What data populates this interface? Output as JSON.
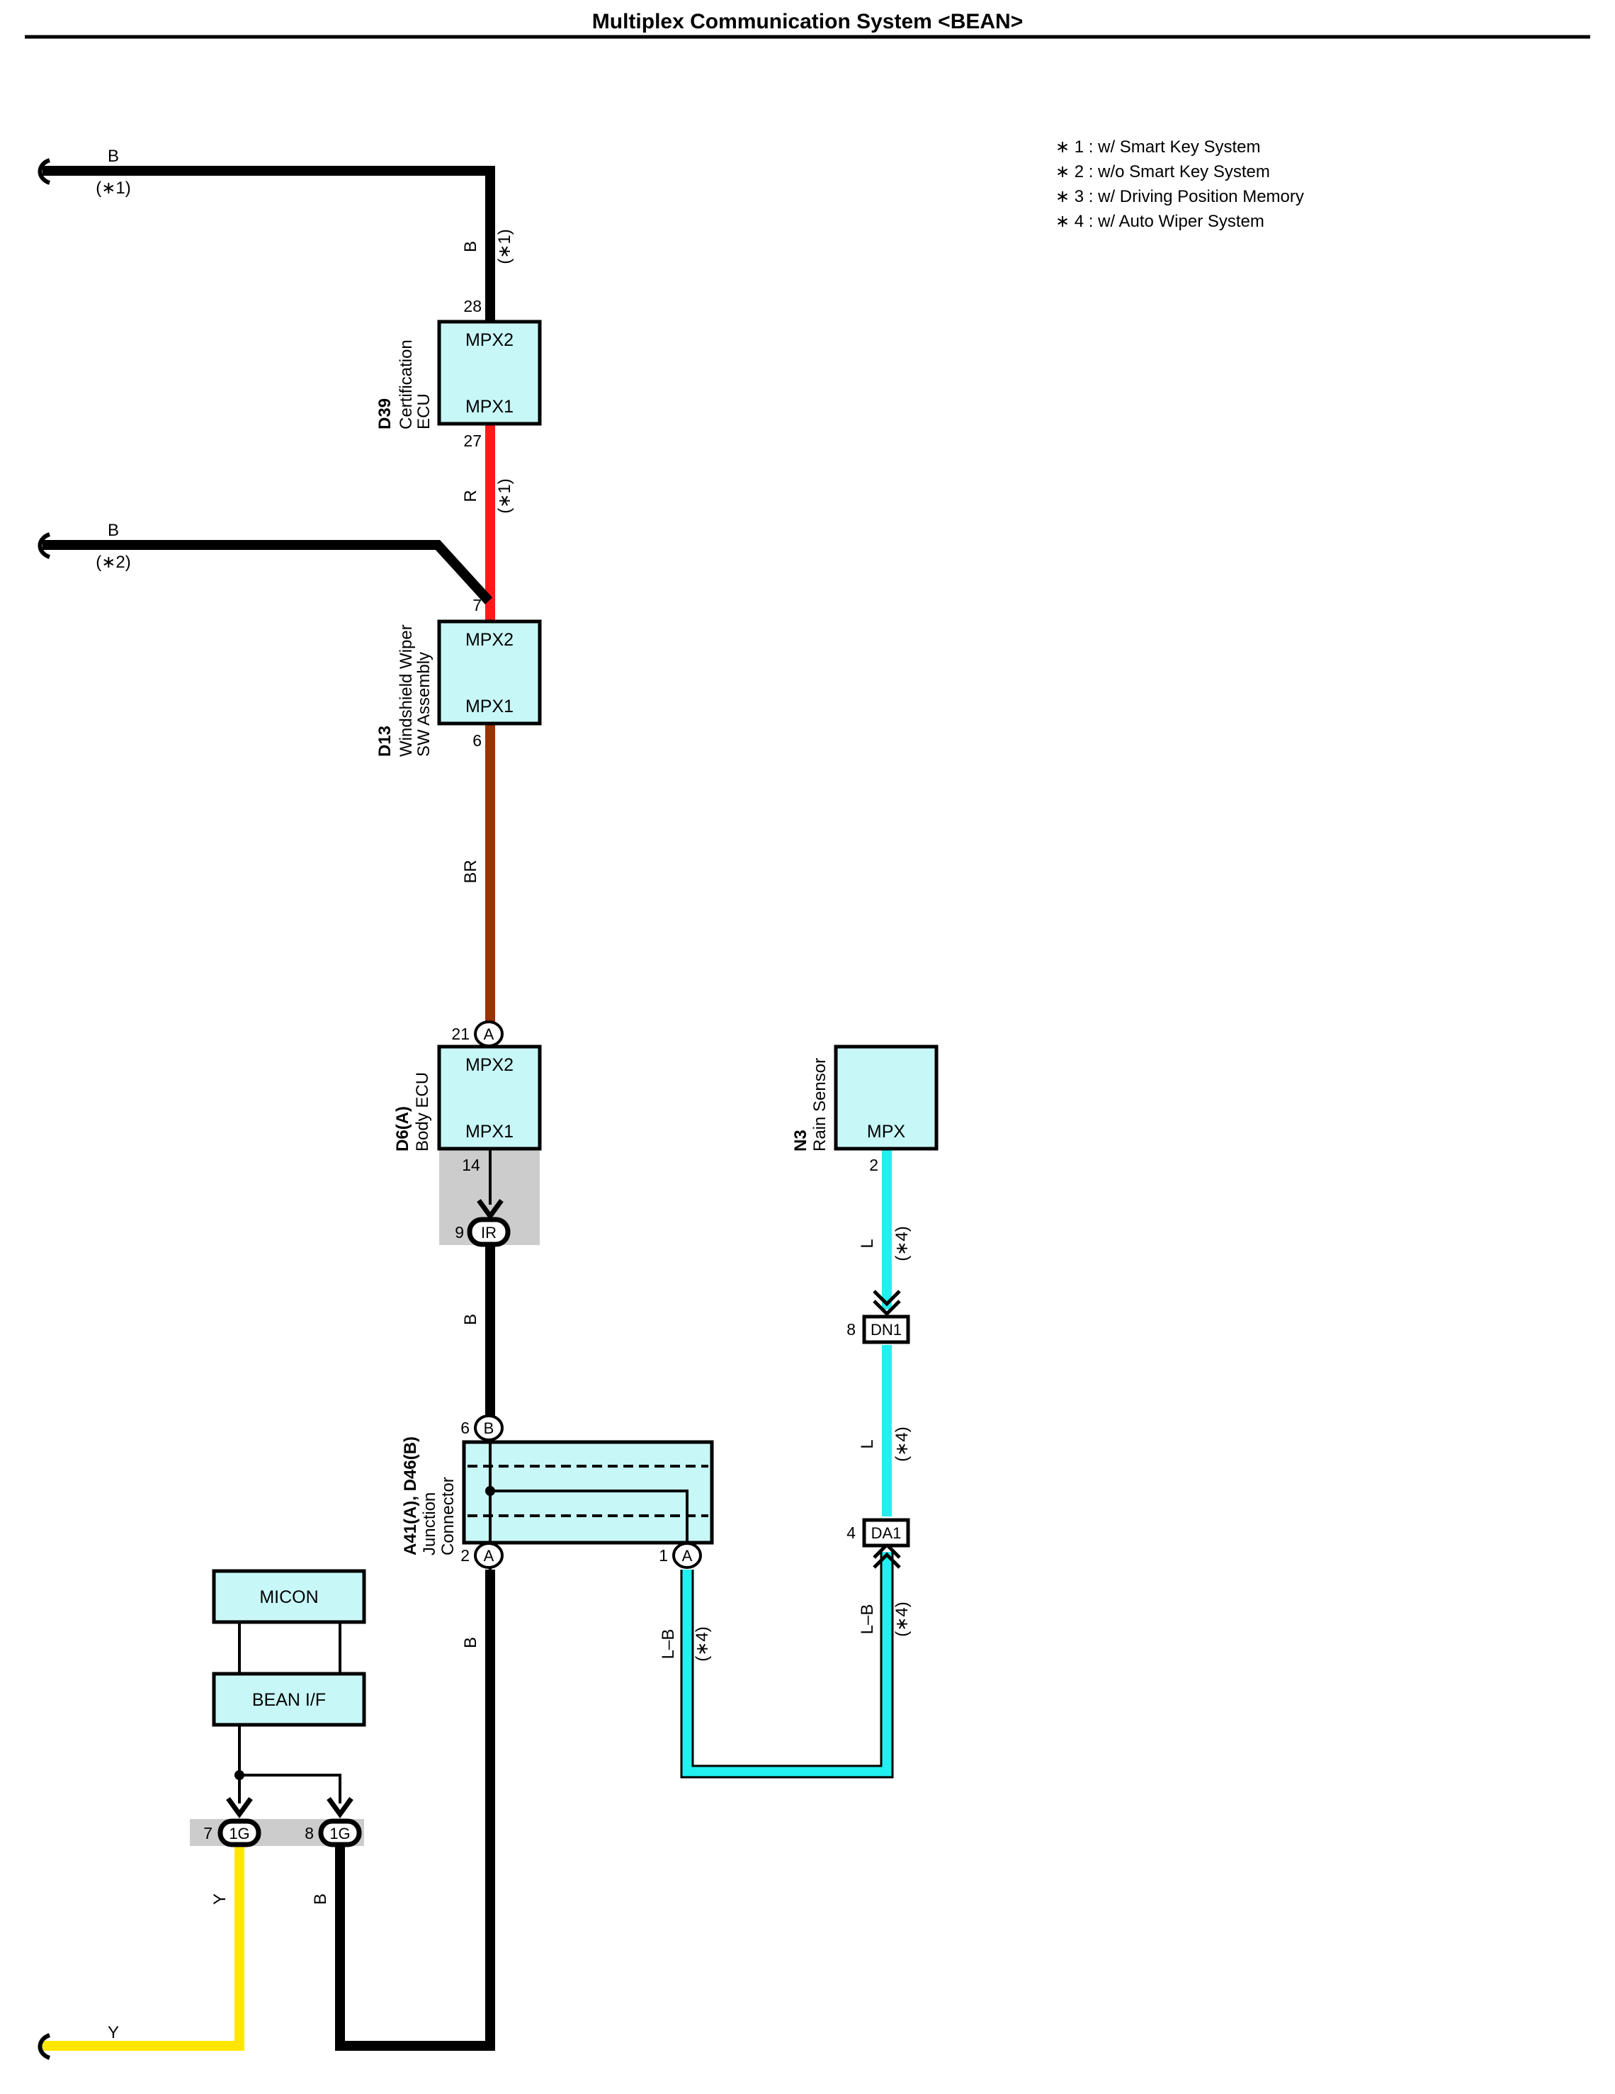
{
  "title": "Multiplex Communication System <BEAN>",
  "colors": {
    "black": "#000000",
    "red": "#ff1a1a",
    "brown": "#993300",
    "cyan": "#22f0f0",
    "yellow": "#ffe600",
    "box_fill": "#c8f7f7",
    "shade": "#cccccc"
  },
  "notes": [
    "∗ 1 : w/ Smart Key System",
    "∗ 2 : w/o Smart Key System",
    "∗ 3 : w/ Driving Position Memory",
    "∗ 4 : w/ Auto Wiper System"
  ],
  "components": {
    "d39": {
      "code": "D39",
      "name1": "Certification",
      "name2": "ECU",
      "top_pin_label": "MPX2",
      "bottom_pin_label": "MPX1",
      "top_pin": "28",
      "bottom_pin": "27"
    },
    "d13": {
      "code": "D13",
      "name1": "Windshield Wiper",
      "name2": "SW Assembly",
      "top_pin_label": "MPX2",
      "bottom_pin_label": "MPX1",
      "top_pin": "7",
      "bottom_pin": "6"
    },
    "d6": {
      "code": "D6(A)",
      "name1": "Body ECU",
      "top_pin_label": "MPX2",
      "bottom_pin_label": "MPX1",
      "top_pin": "21",
      "bottom_pin": "14",
      "top_conn": "A"
    },
    "n3": {
      "code": "N3",
      "name1": "Rain Sensor",
      "pin_label": "MPX",
      "pin": "2"
    },
    "jc": {
      "code": "A41(A), D46(B)",
      "name1": "Junction",
      "name2": "Connector",
      "top_pin": "6",
      "top_conn": "B",
      "left_pin": "2",
      "left_conn": "A",
      "right_pin": "1",
      "right_conn": "A"
    },
    "micon": {
      "label": "MICON"
    },
    "bean_if": {
      "label": "BEAN I/F"
    }
  },
  "connectors": {
    "ir": {
      "name": "IR",
      "pin": "9"
    },
    "dn1": {
      "name": "DN1",
      "pin": "8"
    },
    "da1": {
      "name": "DA1",
      "pin": "4"
    },
    "g1a": {
      "name": "1G",
      "pin": "7"
    },
    "g1b": {
      "name": "1G",
      "pin": "8"
    }
  },
  "wires": {
    "top_b": {
      "color": "B",
      "note": "(∗1)"
    },
    "top_b_vert": {
      "color": "B",
      "note": "(∗1)"
    },
    "red": {
      "color": "R",
      "note": "(∗1)"
    },
    "mid_b": {
      "color": "B",
      "note": "(∗2)"
    },
    "brown": {
      "color": "BR"
    },
    "b_ir": {
      "color": "B"
    },
    "b_lower": {
      "color": "B"
    },
    "l_upper": {
      "color": "L",
      "note": "(∗4)"
    },
    "l_mid": {
      "color": "L",
      "note": "(∗4)"
    },
    "lb_right": {
      "color": "L–B",
      "note": "(∗4)"
    },
    "lb_left": {
      "color": "L–B",
      "note": "(∗4)"
    },
    "yellow": {
      "color": "Y"
    },
    "yellow_bottom": {
      "color": "Y"
    },
    "b_1g": {
      "color": "B"
    }
  }
}
